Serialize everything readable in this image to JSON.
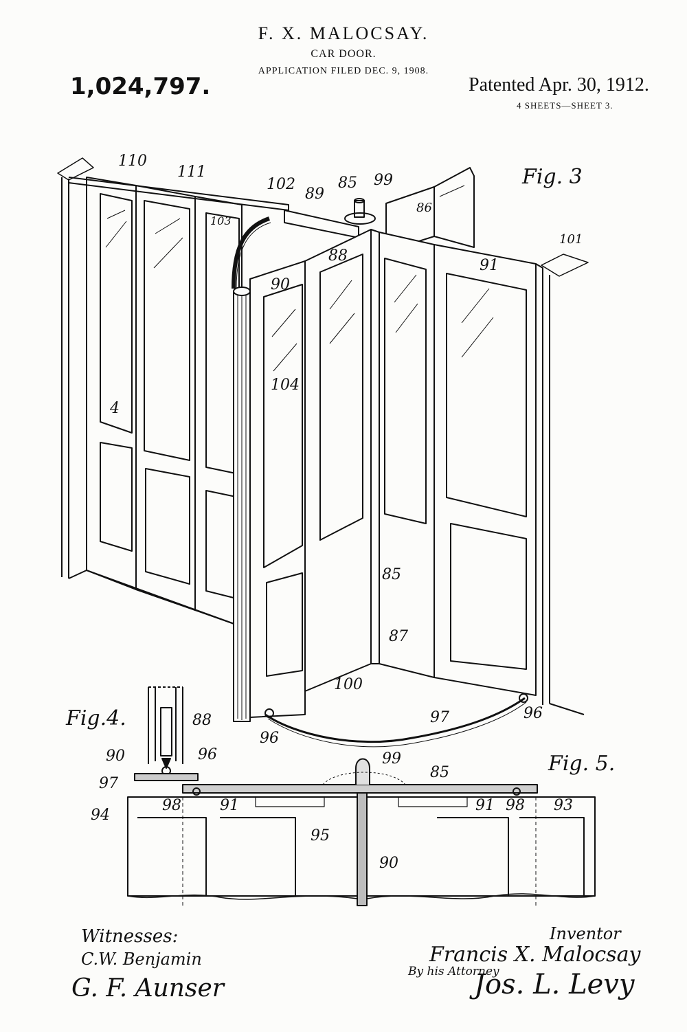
{
  "header": {
    "inventor": "F. X. MALOCSAY.",
    "title": "CAR DOOR.",
    "filed": "APPLICATION FILED DEC. 9, 1908.",
    "patent_number": "1,024,797.",
    "patented": "Patented Apr. 30, 1912.",
    "sheets": "4 SHEETS—SHEET 3."
  },
  "figures": {
    "fig3": "Fig. 3",
    "fig4": "Fig.4.",
    "fig5": "Fig. 5."
  },
  "labels": {
    "l110": "110",
    "l111": "111",
    "l102": "102",
    "l89": "89",
    "l85a": "85",
    "l99a": "99",
    "l86": "86",
    "l101": "101",
    "l103": "103",
    "l88a": "88",
    "l91a": "91",
    "l90a": "90",
    "l104": "104",
    "l4": "4",
    "l85b": "85",
    "l87": "87",
    "l100": "100",
    "l97a": "97",
    "l96a": "96",
    "l96b": "96",
    "l88b": "88",
    "l90b": "90",
    "l96c": "96",
    "l97b": "97",
    "l94": "94",
    "l99b": "99",
    "l85c": "85",
    "l98a": "98",
    "l91b": "91",
    "l91c": "91",
    "l98b": "98",
    "l93": "93",
    "l95": "95",
    "l90c": "90"
  },
  "signatures": {
    "witnesses_label": "Witnesses:",
    "witness1": "C.W. Benjamin",
    "witness2": "G. F. Aunser",
    "inventor_label": "Inventor",
    "inventor_name": "Francis X. Malocsay",
    "attorney_label": "By his Attorney",
    "attorney_name": "Jos. L. Levy"
  }
}
